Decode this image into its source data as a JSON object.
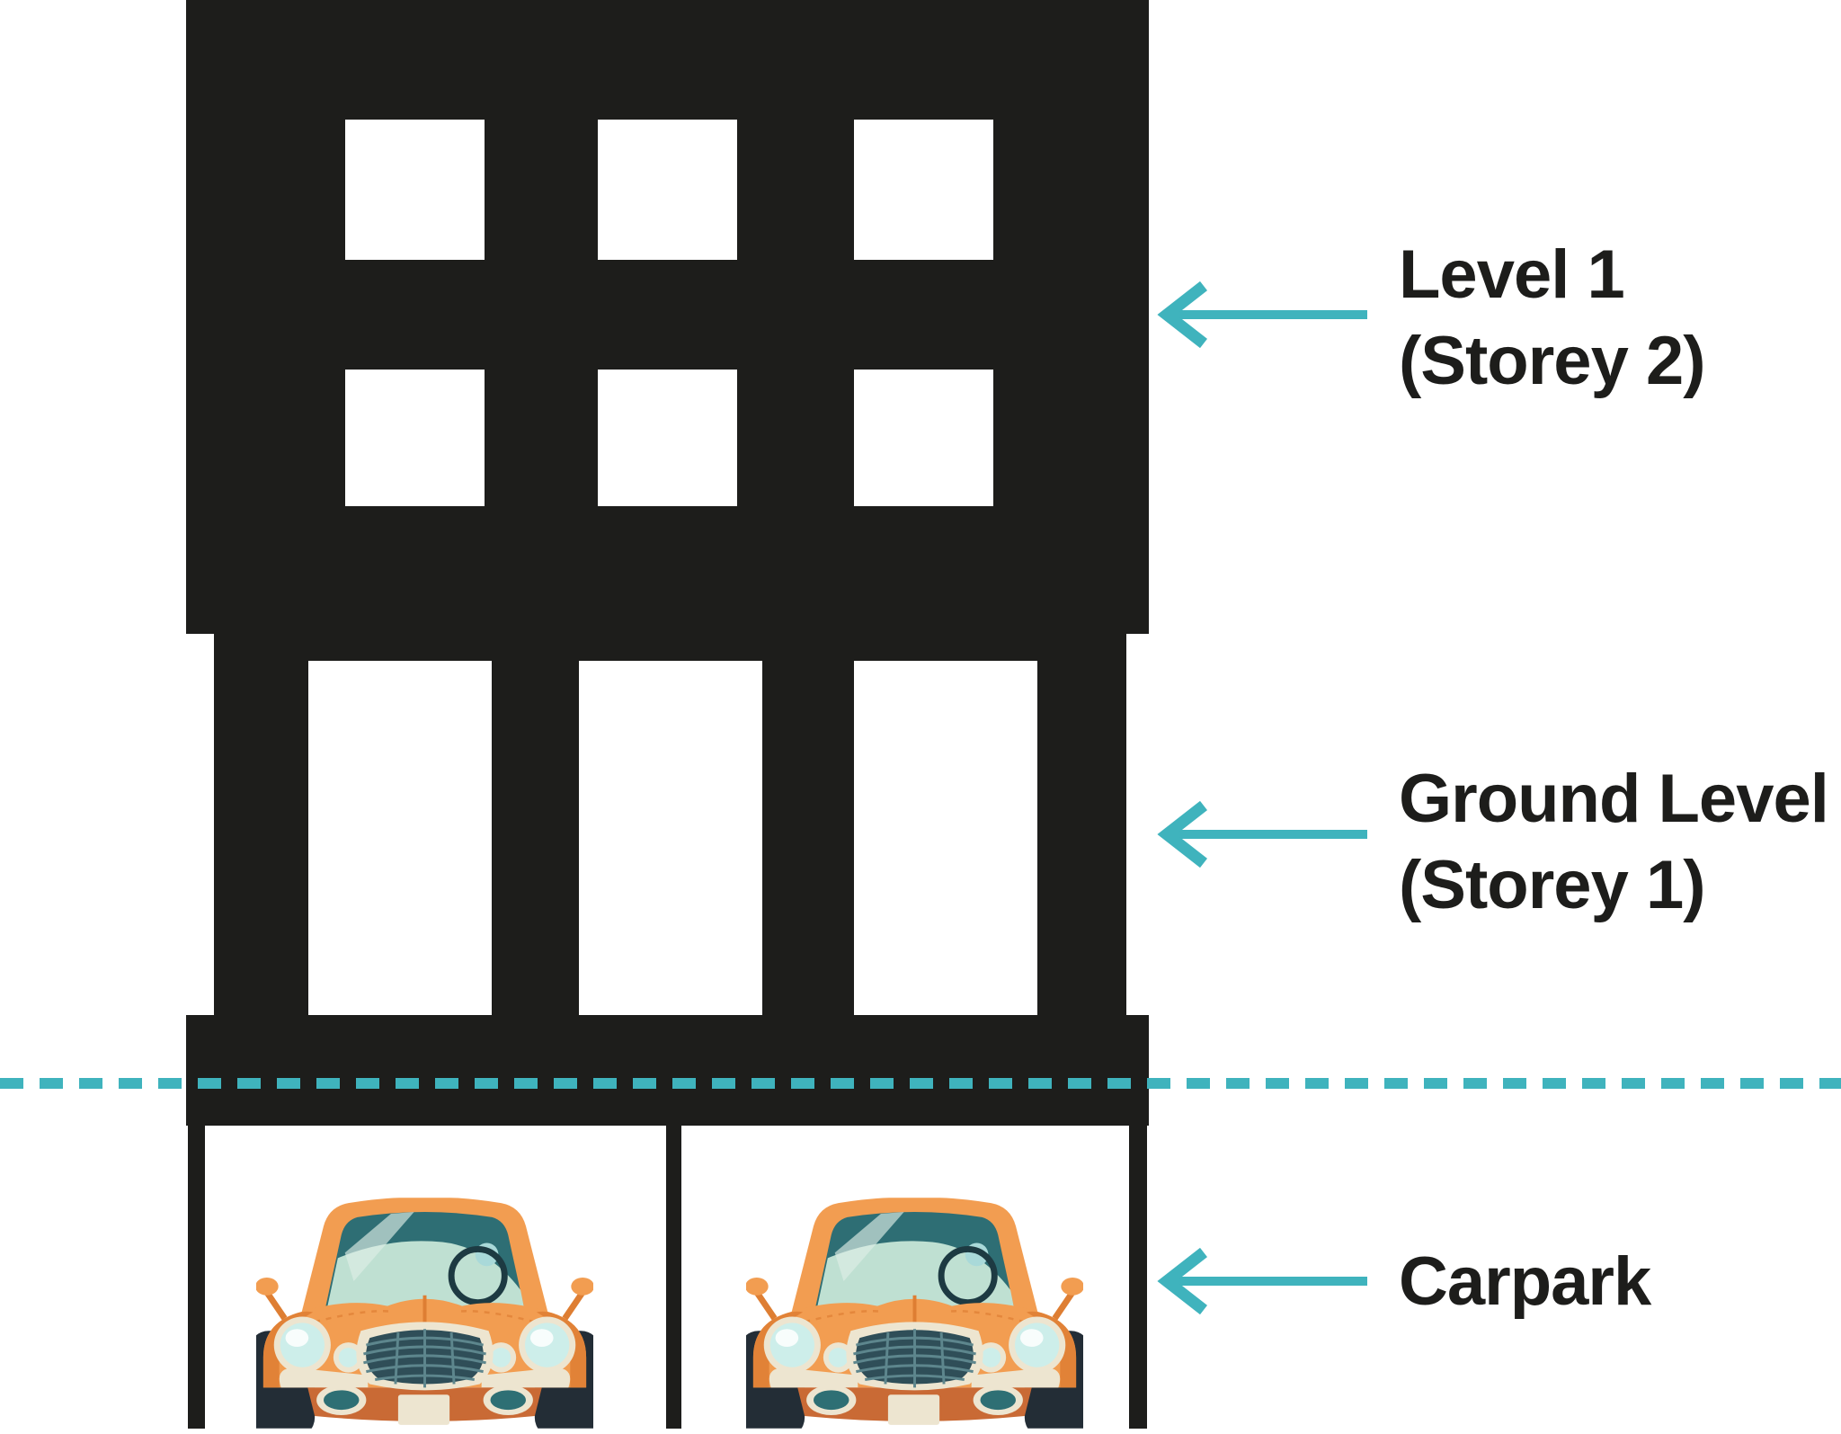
{
  "labels": {
    "level1": {
      "line1": "Level 1",
      "line2": "(Storey 2)"
    },
    "ground": {
      "line1": "Ground Level",
      "line2": "(Storey 1)"
    },
    "carpark": {
      "line1": "Carpark"
    }
  },
  "building": {
    "upper_storey_window_rows": 2,
    "upper_storey_window_columns": 3,
    "ground_storey_windows": 3,
    "carpark_bays": 2,
    "cars_parked": 2
  },
  "colors": {
    "ink": "#1d1d1b",
    "accent": "#3fb3bd",
    "bg": "#ffffff",
    "car_body": "#f29d51",
    "car_body_dark": "#de7e33",
    "car_apron": "#c96a35",
    "car_cream": "#ede5d0",
    "car_glass": "#bfe0d2",
    "car_glass_dark": "#2e6e74",
    "car_glass_light": "#a9d9d9",
    "car_grille": "#2f4e58",
    "car_grid": "#5d868d",
    "car_fog": "#2e6f74",
    "car_tire": "#232d36",
    "car_streak": "#ddeee6"
  }
}
